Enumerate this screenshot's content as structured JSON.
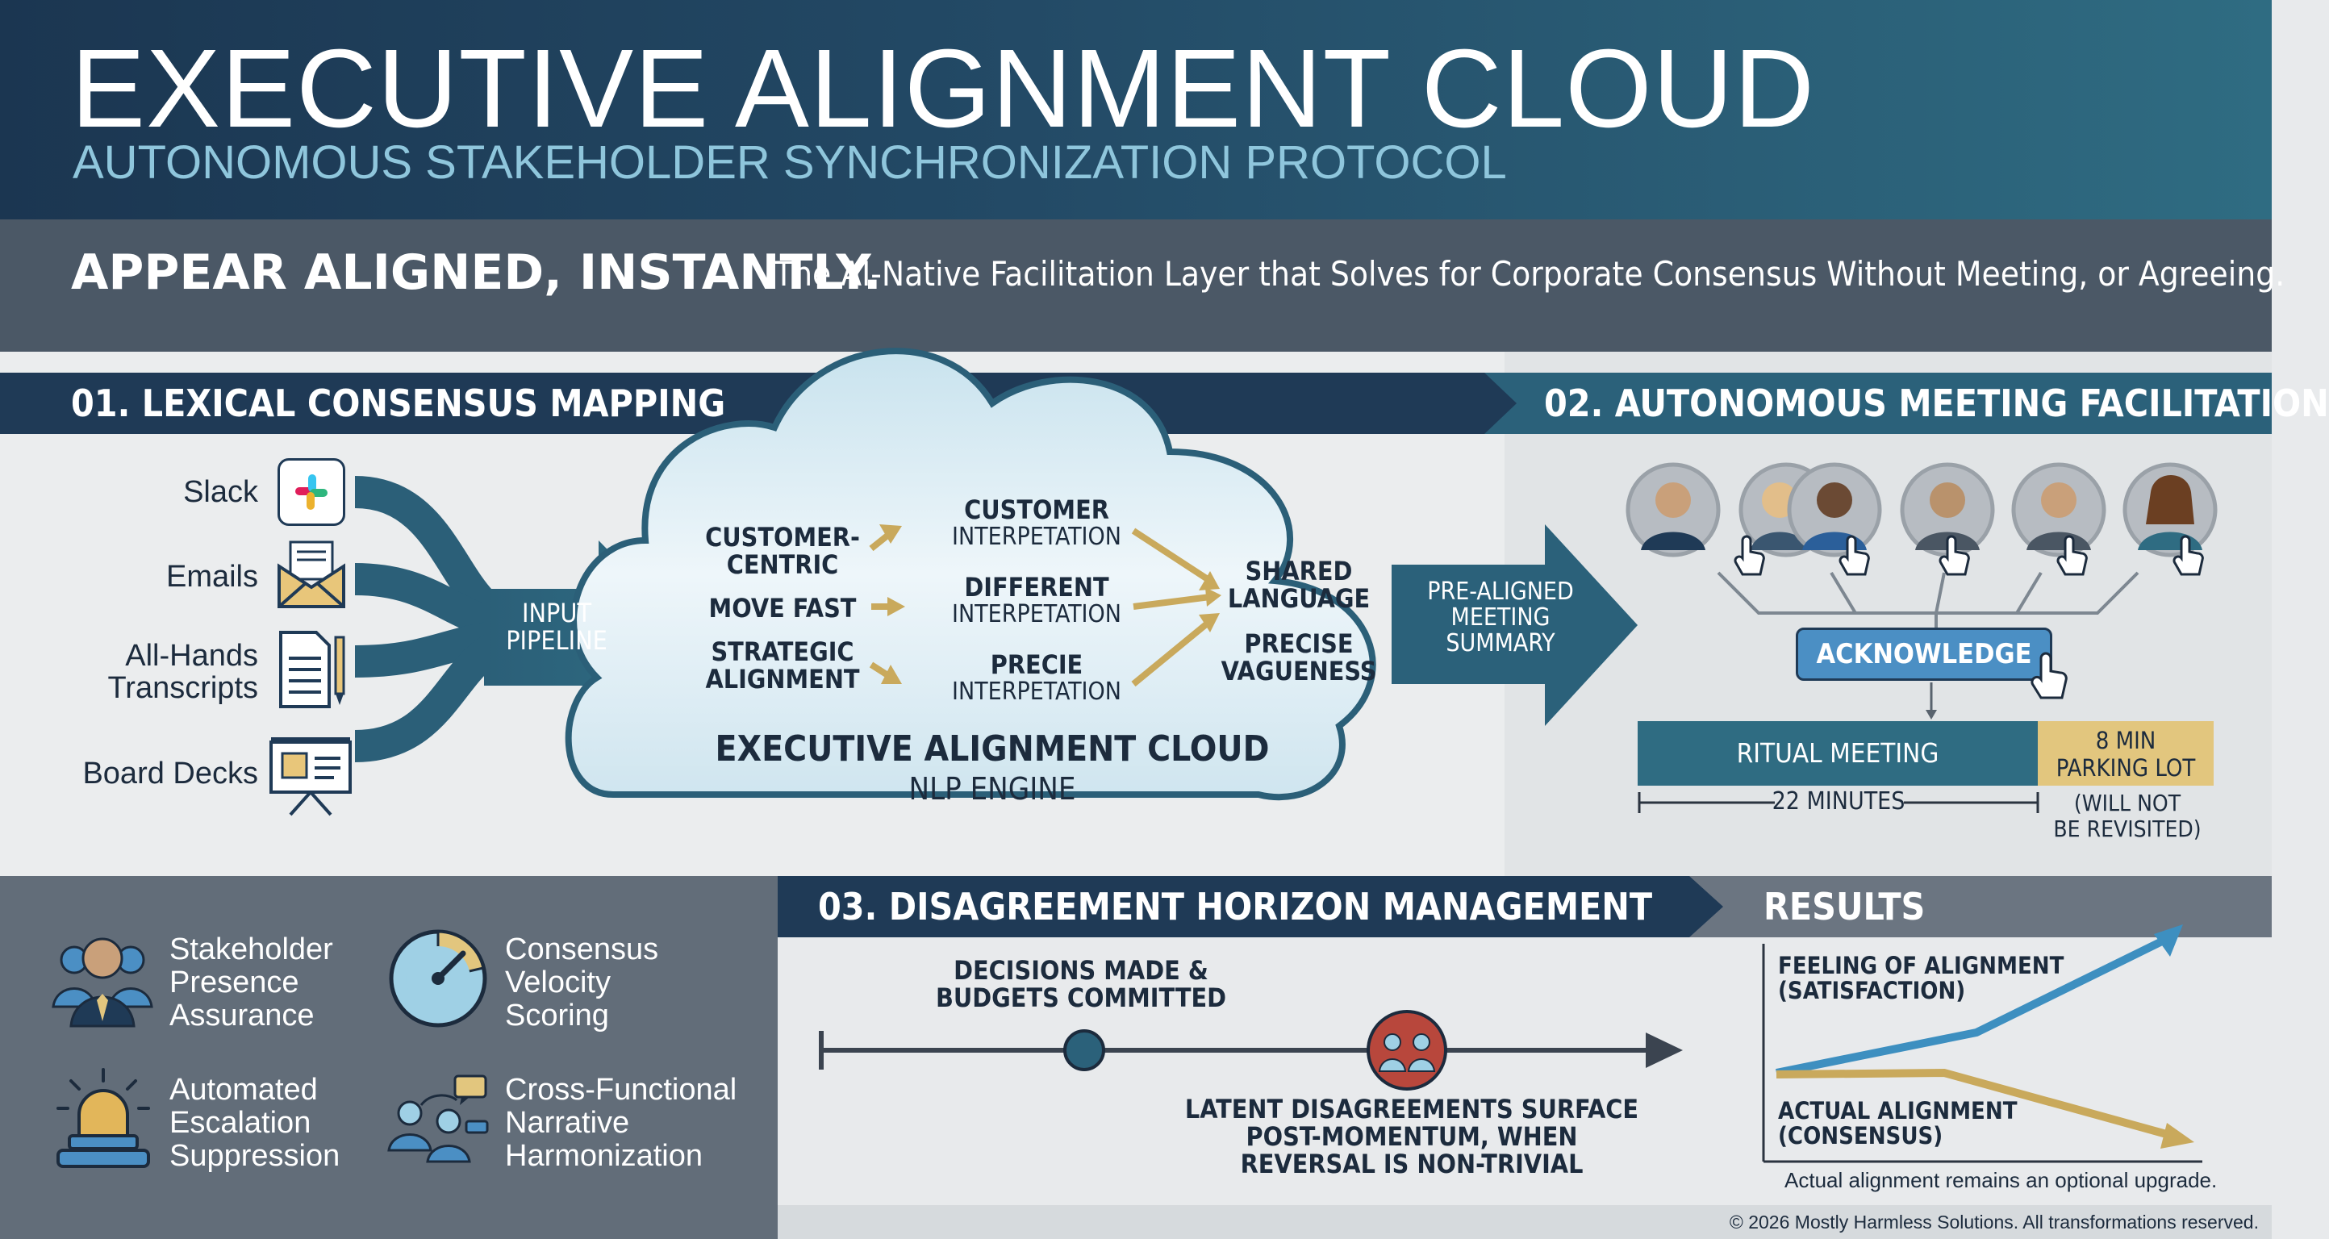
{
  "header": {
    "title": "EXECUTIVE ALIGNMENT CLOUD",
    "subtitle": "AUTONOMOUS STAKEHOLDER SYNCHRONIZATION PROTOCOL",
    "tagline_strong": "APPEAR ALIGNED, INSTANTLY.",
    "tagline_rest": "The AI-Native Facilitation Layer that Solves for Corporate Consensus Without Meeting, or Agreeing."
  },
  "section1": {
    "title": "01. LEXICAL CONSENSUS MAPPING",
    "sources": [
      {
        "label": "Slack",
        "icon": "slack-icon"
      },
      {
        "label": "Emails",
        "icon": "envelope-icon"
      },
      {
        "label_line1": "All-Hands",
        "label_line2": "Transcripts",
        "icon": "document-icon"
      },
      {
        "label": "Board Decks",
        "icon": "presentation-icon"
      }
    ],
    "pipeline_line1": "INPUT",
    "pipeline_line2": "PIPELINE"
  },
  "cloud": {
    "phrases": [
      {
        "line1": "CUSTOMER-",
        "line2": "CENTRIC"
      },
      {
        "line1": "MOVE FAST"
      },
      {
        "line1": "STRATEGIC",
        "line2": "ALIGNMENT"
      }
    ],
    "interpretations": [
      {
        "bold": "CUSTOMER",
        "rest": "INTERPETATION"
      },
      {
        "bold": "DIFFERENT",
        "rest": "INTERPETATION"
      },
      {
        "bold": "PRECIE",
        "rest": "INTERPETATION"
      }
    ],
    "outputs": [
      {
        "line1": "SHARED",
        "line2": "LANGUAGE"
      },
      {
        "line1": "PRECISE",
        "line2": "VAGUENESS"
      }
    ],
    "name": "EXECUTIVE ALIGNMENT CLOUD",
    "engine": "NLP ENGINE",
    "summary_line1": "PRE-ALIGNED",
    "summary_line2": "MEETING",
    "summary_line3": "SUMMARY"
  },
  "section2": {
    "title": "02. AUTONOMOUS MEETING FACILITATION",
    "acknowledge": "ACKNOWLEDGE",
    "ritual_meeting": "RITUAL MEETING",
    "parking_line1": "8 MIN",
    "parking_line2": "PARKING LOT",
    "duration": "22 MINUTES",
    "note_line1": "(WILL NOT",
    "note_line2": "BE REVISITED)",
    "colors": {
      "ritual": "#2f6c82",
      "parking": "#e2c67e",
      "acknowledge": "#4b8fc4"
    }
  },
  "features": [
    {
      "icon": "stakeholders-icon",
      "line1": "Stakeholder",
      "line2": "Presence",
      "line3": "Assurance"
    },
    {
      "icon": "gauge-icon",
      "line1": "Consensus",
      "line2": "Velocity",
      "line3": "Scoring"
    },
    {
      "icon": "alarm-light-icon",
      "line1": "Automated",
      "line2": "Escalation",
      "line3": "Suppression"
    },
    {
      "icon": "narrative-icon",
      "line1": "Cross-Functional",
      "line2": "Narrative",
      "line3": "Harmonization"
    }
  ],
  "section3": {
    "title": "03. DISAGREEMENT HORIZON MANAGEMENT",
    "decisions_line1": "DECISIONS MADE &",
    "decisions_line2": "BUDGETS COMMITTED",
    "latent_line1": "LATENT DISAGREEMENTS SURFACE",
    "latent_line2": "POST-MOMENTUM, WHEN",
    "latent_line3": "REVERSAL IS NON-TRIVIAL"
  },
  "results": {
    "title": "RESULTS",
    "feeling_line1": "FEELING OF ALIGNMENT",
    "feeling_line2": "(SATISFACTION)",
    "actual_line1": "ACTUAL ALIGNMENT",
    "actual_line2": "(CONSENSUS)",
    "footnote": "Actual alignment remains an optional upgrade.",
    "colors": {
      "feeling": "#3d8fc0",
      "actual": "#c9a95c"
    }
  },
  "footer": {
    "copyright": "© 2026 Mostly Harmless Solutions. All transformations reserved."
  }
}
